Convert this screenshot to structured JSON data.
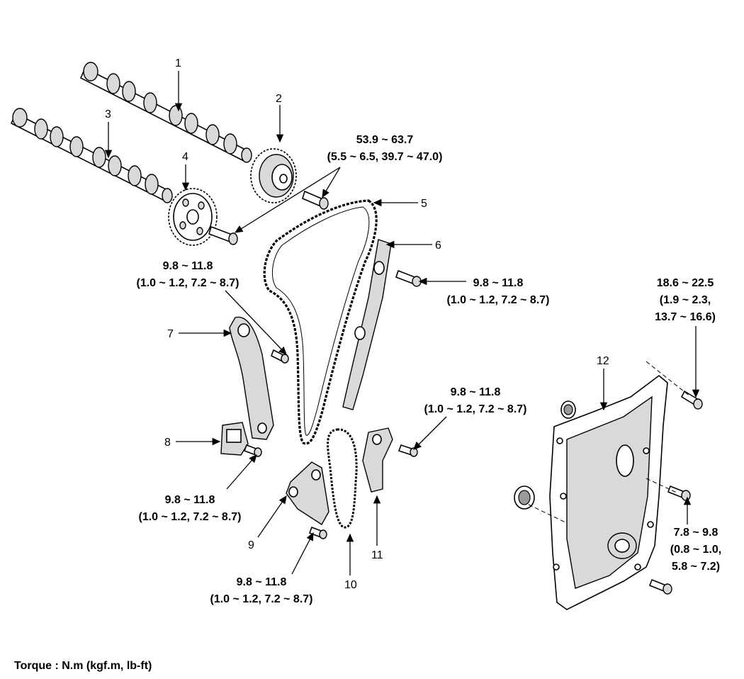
{
  "callouts": [
    {
      "id": "1",
      "label": "1"
    },
    {
      "id": "2",
      "label": "2"
    },
    {
      "id": "3",
      "label": "3"
    },
    {
      "id": "4",
      "label": "4"
    },
    {
      "id": "5",
      "label": "5"
    },
    {
      "id": "6",
      "label": "6"
    },
    {
      "id": "7",
      "label": "7"
    },
    {
      "id": "8",
      "label": "8"
    },
    {
      "id": "9",
      "label": "9"
    },
    {
      "id": "10",
      "label": "10"
    },
    {
      "id": "11",
      "label": "11"
    },
    {
      "id": "12",
      "label": "12"
    }
  ],
  "torques": {
    "cam_bolts": {
      "line1": "53.9 ~ 63.7",
      "line2": "(5.5 ~ 6.5, 39.7 ~ 47.0)"
    },
    "guide_left_bolt": {
      "line1": "9.8 ~ 11.8",
      "line2": "(1.0 ~ 1.2, 7.2 ~ 8.7)"
    },
    "guide_right_bolt": {
      "line1": "9.8 ~ 11.8",
      "line2": "(1.0 ~ 1.2, 7.2 ~ 8.7)"
    },
    "cover_top_bolt": {
      "line1": "18.6 ~ 22.5",
      "line2": "(1.9 ~ 2.3,",
      "line3": "13.7 ~ 16.6)"
    },
    "tensioner_arm_bolt": {
      "line1": "9.8 ~ 11.8",
      "line2": "(1.0 ~ 1.2, 7.2 ~ 8.7)"
    },
    "tensioner_bolt": {
      "line1": "9.8 ~ 11.8",
      "line2": "(1.0 ~ 1.2, 7.2 ~ 8.7)"
    },
    "oil_guide_bolt": {
      "line1": "9.8 ~ 11.8",
      "line2": "(1.0 ~ 1.2, 7.2 ~ 8.7)"
    },
    "cover_side_bolt": {
      "line1": "7.8 ~ 9.8",
      "line2": "(0.8 ~ 1.0,",
      "line3": "5.8 ~ 7.2)"
    }
  },
  "footer": {
    "torque_unit": "Torque : N.m (kgf.m, lb-ft)"
  }
}
